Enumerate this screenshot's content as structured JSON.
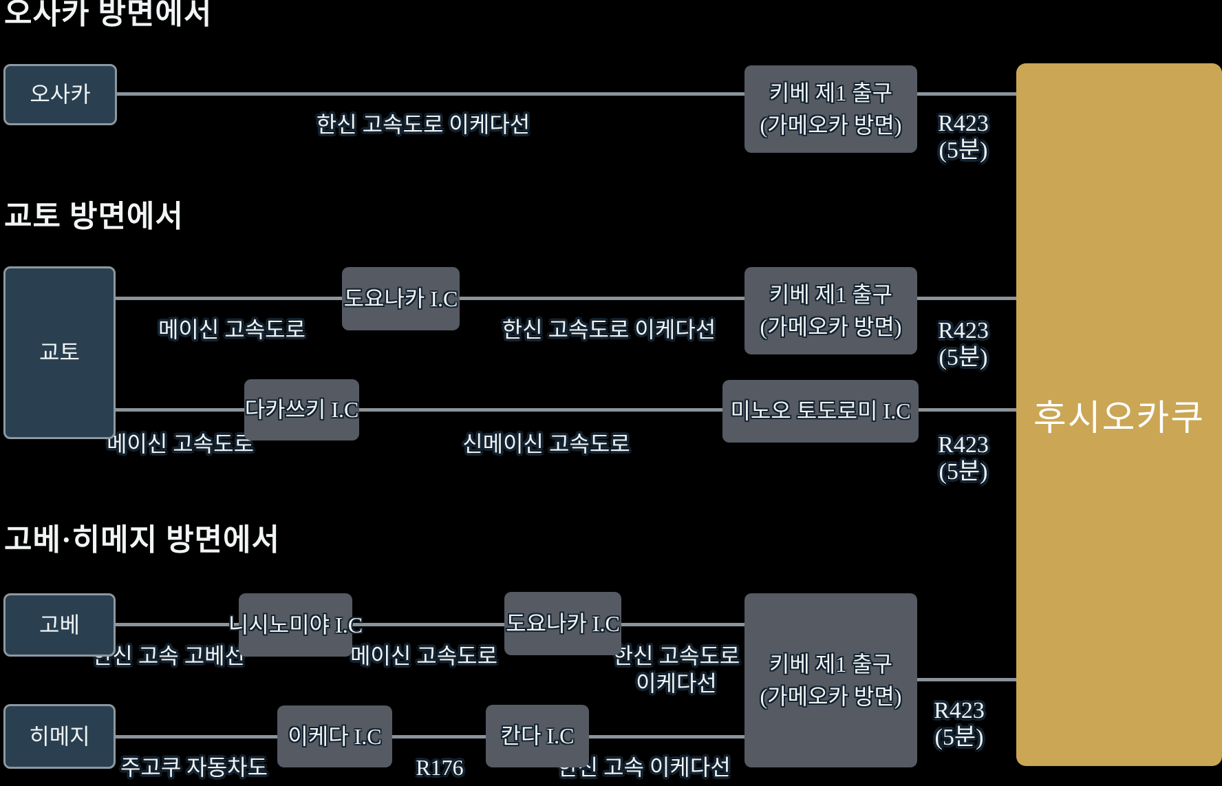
{
  "colors": {
    "navy": "#2a4051",
    "navy-border": "#8e989f",
    "gray": "#555a63",
    "gold": "#caa655",
    "line": "#8b949b",
    "text": "#f0f4f4",
    "halo": "#142331"
  },
  "destination": {
    "label": "후시오카쿠"
  },
  "sections": {
    "osaka": {
      "heading": "오사카 방면에서",
      "origin": "오사카",
      "road1": "한신 고속도로 이케다선",
      "exit": "키베 제1 출구\n(가메오카 방면)",
      "r423": "R423\n(5분)"
    },
    "kyoto": {
      "heading": "교토 방면에서",
      "origin": "교토",
      "routeA": {
        "road1": "메이신 고속도로",
        "ic1": "도요나카 I.C",
        "road2": "한신 고속도로 이케다선",
        "exit": "키베 제1 출구\n(가메오카 방면)",
        "r423": "R423\n(5분)"
      },
      "routeB": {
        "road1": "메이신 고속도로",
        "ic1": "다카쓰키 I.C",
        "road2": "신메이신 고속도로",
        "ic2": "미노오 토도로미 I.C",
        "r423": "R423\n(5분)"
      }
    },
    "kobe_himeji": {
      "heading": "고베·히메지 방면에서",
      "kobe": {
        "origin": "고베",
        "road1": "한신 고속 고베선",
        "ic1": "니시노미야 I.C",
        "road2": "메이신 고속도로",
        "ic2": "도요나카 I.C",
        "road3": "한신 고속도로\n이케다선"
      },
      "himeji": {
        "origin": "히메지",
        "road1": "주고쿠 자동차도",
        "ic1": "이케다 I.C",
        "road2": "R176",
        "ic2": "칸다 I.C",
        "road3": "한신 고속 이케다선"
      },
      "exit": "키베 제1 출구\n(가메오카 방면)",
      "r423": "R423\n(5분)"
    }
  }
}
